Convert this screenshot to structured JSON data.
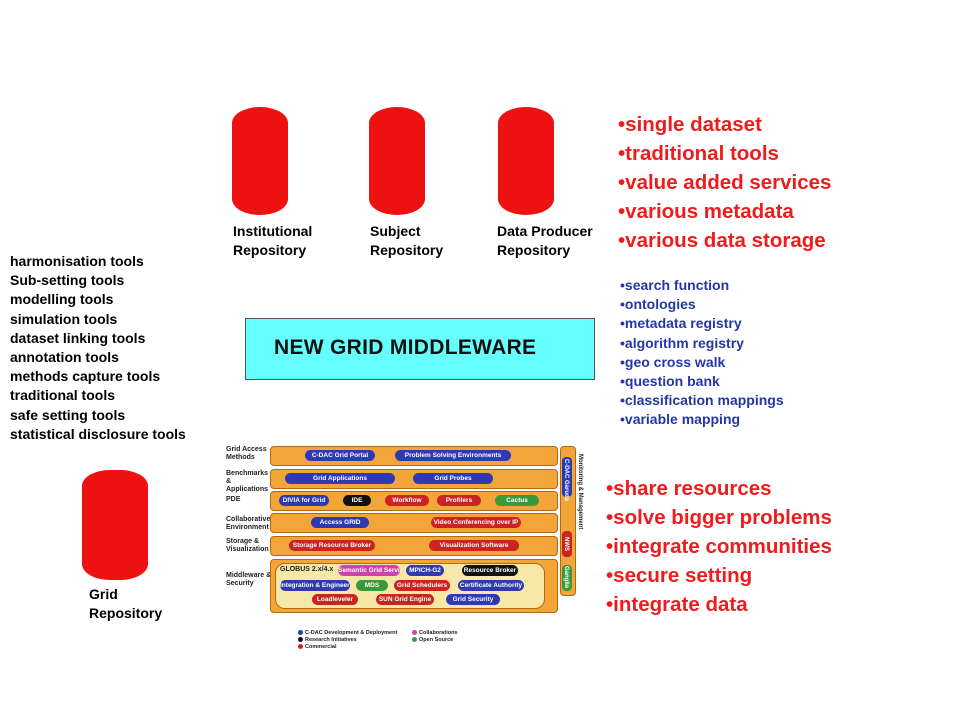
{
  "repositories": {
    "institutional": [
      "Institutional",
      "Repository"
    ],
    "subject": [
      "Subject",
      "Repository"
    ],
    "producer": [
      "Data Producer",
      "Repository"
    ],
    "grid": [
      "Grid",
      "Repository"
    ]
  },
  "tools": [
    "harmonisation tools",
    "Sub-setting tools",
    "modelling tools",
    "simulation tools",
    "dataset linking tools",
    "annotation tools",
    "methods capture tools",
    "traditional tools",
    "safe setting tools",
    "statistical disclosure tools"
  ],
  "features_top": [
    "•single dataset",
    "•traditional tools",
    "•value added services",
    "•various metadata",
    "•various data storage"
  ],
  "features_services": [
    "•search function",
    "•ontologies",
    "•metadata registry",
    "•algorithm registry",
    "•geo cross walk",
    "•question bank",
    "•classification mappings",
    "•variable mapping"
  ],
  "features_bottom": [
    "•share resources",
    "•solve bigger problems",
    "•integrate communities",
    "•secure setting",
    "•integrate data"
  ],
  "middleware_label": "NEW GRID MIDDLEWARE",
  "stack": {
    "layers": {
      "access": "Grid Access Methods",
      "bench": "Benchmarks & Applications",
      "pde": "PDE",
      "collab": "Collaborative Environment",
      "storage": "Storage & Visualization",
      "middleware": "Middleware & Security"
    },
    "pills": {
      "portal": "C-DAC Grid Portal",
      "pse": "Problem Solving Environments",
      "apps": "Grid Applications",
      "probes": "Grid Probes",
      "divia": "DIVIA for Grid",
      "ide": "IDE",
      "workflow": "Workflow",
      "profilers": "Profilers",
      "cactus": "Cactus",
      "access_grid": "Access GRID",
      "video": "Video Conferencing over IP",
      "srb": "Storage Resource Broker",
      "vis": "Visualization Software",
      "globus": "GLOBUS 2.x/4.x",
      "semantic": "Semantic Grid Services",
      "mpich": "MPICH-G2",
      "broker": "Resource Broker",
      "integration": "Integration & Engineering",
      "mds": "MDS",
      "schedulers": "Grid Schedulers",
      "ca": "Certificate Authority",
      "loadleveler": "Loadleveler",
      "sge": "SUN Grid Engine",
      "security": "Grid Security"
    },
    "side": {
      "monitoring": "Monitoring & Management",
      "garuda": "C-DAC Garuda",
      "nws": "NWS",
      "ganglia": "Ganglia"
    },
    "legend": {
      "dev": "C-DAC Development & Deployment",
      "research": "Research Initiatives",
      "commercial": "Commercial",
      "collab": "Collaborations",
      "open": "Open Source"
    }
  },
  "colors": {
    "cylinder": "#ee1111",
    "red_text": "#ee1c1c",
    "blue_text": "#2338a6",
    "middleware_fill": "#66ffff"
  }
}
